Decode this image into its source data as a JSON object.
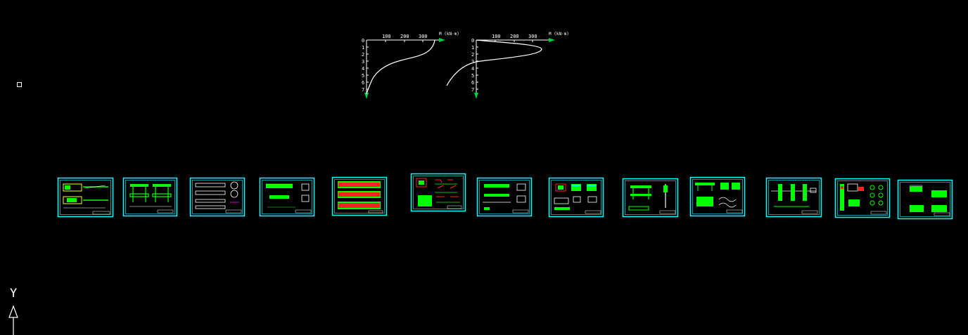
{
  "canvas": {
    "background": "#000000"
  },
  "colors": {
    "frame": "#00ffff",
    "fill": "#00ff00",
    "red": "#ff2020",
    "white": "#ffffff",
    "magenta": "#ff00ff",
    "yellow": "#ffff00",
    "axis_arrow": "#00cc44"
  },
  "graphs": [
    {
      "name": "moment-diagram-left",
      "unit_label": "M (kN·m)",
      "x_ticks": [
        "100",
        "200",
        "300"
      ],
      "y_ticks": [
        "0",
        "1",
        "2",
        "3",
        "4",
        "5",
        "6",
        "7"
      ]
    },
    {
      "name": "moment-diagram-right",
      "unit_label": "M (kN·m)",
      "x_ticks": [
        "100",
        "200",
        "300"
      ],
      "y_ticks": [
        "0",
        "1",
        "2",
        "3",
        "4",
        "5",
        "6",
        "7"
      ]
    }
  ],
  "ucs": {
    "y_label": "Y",
    "icon": "ucs-axis-icon"
  },
  "sheets_count": 13
}
